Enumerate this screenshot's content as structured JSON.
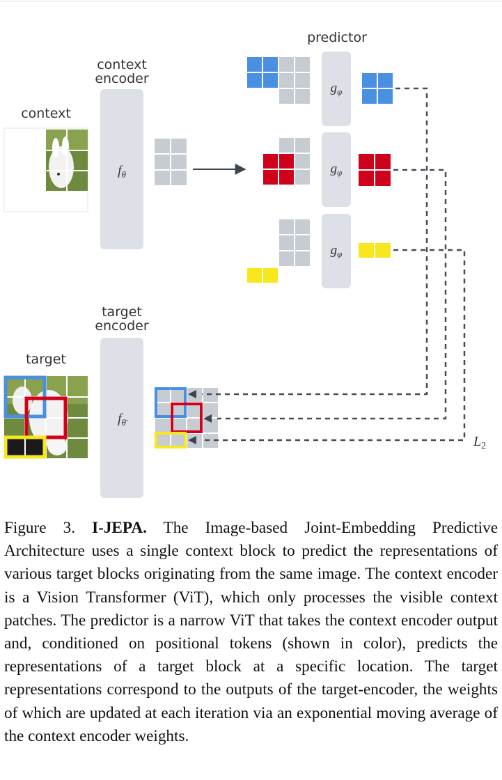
{
  "labels": {
    "predictor": "predictor",
    "context_encoder": "context\nencoder",
    "context": "context",
    "target_encoder": "target\nencoder",
    "target": "target",
    "f_theta": "fθ",
    "f_theta_bar": "fθ̄",
    "g_phi": "gφ",
    "loss": "L2"
  },
  "colors": {
    "blue": "#4a90e2",
    "red": "#d0021b",
    "yellow": "#f8e71c",
    "gray_block": "#dde1e7",
    "gray_patch": "#c7ccd3",
    "arrow": "#3c4650",
    "dash": "#444c56"
  },
  "caption": {
    "prefix": "Figure 3.",
    "title": "I-JEPA.",
    "body": "The Image-based Joint-Embedding Predictive Architecture uses a single context block to predict the representations of various target blocks originating from the same image. The context encoder is a Vision Transformer (ViT), which only processes the visible context patches. The predictor is a narrow ViT that takes the context encoder output and, conditioned on positional tokens (shown in color), predicts the representations of a target block at a specific location. The target representations correspond to the outputs of the target-encoder, the weights of which are updated at each iteration via an exponential moving average of the context encoder weights."
  }
}
